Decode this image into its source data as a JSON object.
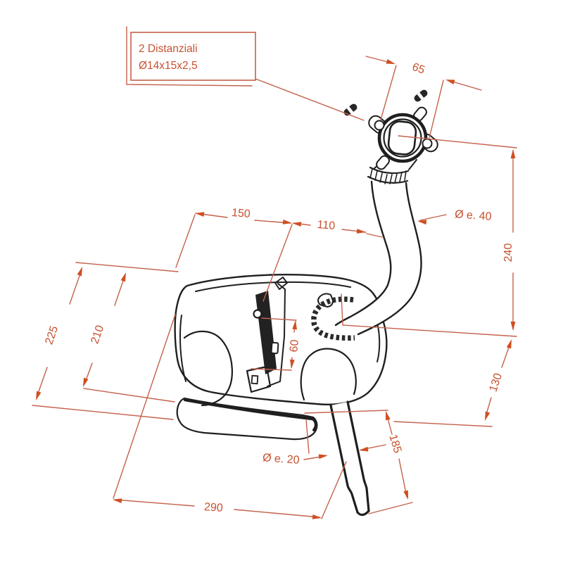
{
  "drawing": {
    "type": "technical-dimension-drawing",
    "subject": "scooter exhaust muffler with front pipe, mounting flange and tail pipe",
    "callout_box": {
      "line1": "2 Distanziali",
      "line2": "Ø14x15x2,5"
    },
    "dimension_labels": {
      "flange_hole_spacing": "65",
      "left_span": "150",
      "mid_span": "110",
      "front_pipe_diameter": "Ø e. 40",
      "right_height": "240",
      "right_lower_offset": "130",
      "bracket_height": "60",
      "left_outer_height": "225",
      "left_inner_height": "210",
      "tail_pipe_length": "185",
      "tail_pipe_diameter": "Ø e. 20",
      "overall_length": "290"
    },
    "colors": {
      "dimension_line": "#c4614b",
      "arrow": "#cf4f22",
      "dimension_text": "#c7512f",
      "line_art": "#1f1f1f",
      "background": "#ffffff"
    }
  }
}
